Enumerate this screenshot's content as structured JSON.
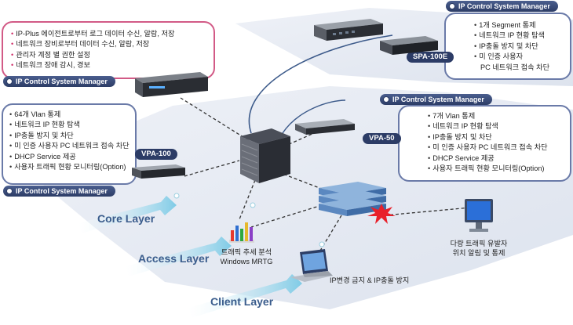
{
  "top_left_box": {
    "items": [
      "IP-Plus 에이전트로부터 로그 데이터 수신, 알람, 저장",
      "네트워크 장비로부터 데이터 수신, 알람, 저장",
      "관리자 계정 별 권한 설정",
      "네트워크 장애 감시, 경보"
    ],
    "caption": "IP Control System Manager"
  },
  "top_right_box": {
    "caption": "IP Control System Manager",
    "device_tag": "SPA-100E",
    "items": [
      "1개 Segment 통제",
      "네트워크 IP 현황 탐색",
      "IP충돌 방지 및 차단",
      "미 인증 사용자"
    ],
    "item_cont": "PC 네트워크 접속 차단"
  },
  "mid_left_box": {
    "device_tag": "VPA-100",
    "caption": "IP Control System Manager",
    "items": [
      "64개 Vlan 통제",
      "네트워크 IP 현황 탐색",
      "IP충돌 방지 및 차단",
      "미 인증 사용자 PC 네트워크 접속 차단",
      "DHCP Service 제공",
      "사용자 트래픽 현황 모니터링(Option)"
    ]
  },
  "mid_right_box": {
    "caption": "IP Control System Manager",
    "device_tag": "VPA-50",
    "items": [
      "7개 Vlan 통제",
      "네트워크 IP 현황 탐색",
      "IP충돌 방지 및 차단",
      "미 인증 사용자 PC 네트워크 접속 차단",
      "DHCP Service 제공",
      "사용자 트래픽 현황 모니터링(Option)"
    ]
  },
  "layers": {
    "core": "Core Layer",
    "access": "Access Layer",
    "client": "Client Layer"
  },
  "labels": {
    "mrtg_line1": "트래픽 추세 분석",
    "mrtg_line2": "Windows MRTG",
    "laptop": "IP변경 금지 & IP충돌 방지",
    "monitor_line1": "다량 트래픽 유발자",
    "monitor_line2": "위치 알림 및 통제"
  },
  "colors": {
    "pink_border": "#d25a86",
    "blue_border": "#6a7aa8",
    "tag_bg": "#2c3c66",
    "layer_text": "#3a5c8c",
    "arrow_fill": "#8fd0e8",
    "floor": "#e6ebf3"
  }
}
